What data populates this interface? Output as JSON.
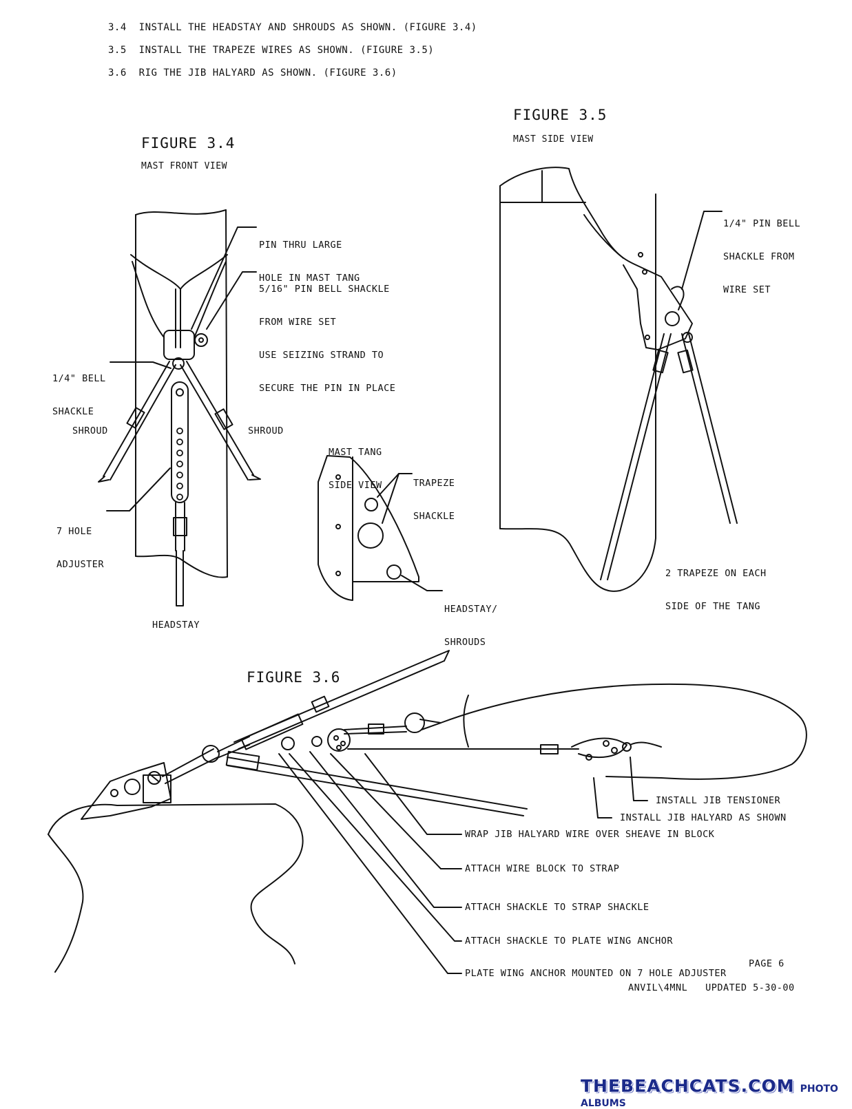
{
  "steps": [
    "3.4  INSTALL THE HEADSTAY AND SHROUDS AS SHOWN. (FIGURE 3.4)",
    "3.5  INSTALL THE TRAPEZE WIRES AS SHOWN. (FIGURE 3.5)",
    "3.6  RIG THE JIB HALYARD AS SHOWN. (FIGURE 3.6)"
  ],
  "fig34": {
    "title": "FIGURE 3.4",
    "subtitle": "MAST FRONT VIEW",
    "labels": {
      "pin_thru": [
        "PIN THRU LARGE",
        "HOLE IN MAST TANG"
      ],
      "pin_bell": [
        "5/16\" PIN BELL SHACKLE",
        "FROM WIRE SET",
        "USE SEIZING STRAND TO",
        "SECURE THE PIN IN PLACE"
      ],
      "bell": [
        "1/4\" BELL",
        "SHACKLE"
      ],
      "shroud_left": "SHROUD",
      "shroud_right": "SHROUD",
      "adjuster": [
        "7 HOLE",
        "ADJUSTER"
      ],
      "headstay": "HEADSTAY"
    },
    "tang": {
      "title": [
        "MAST TANG",
        "SIDE VIEW"
      ],
      "trapeze": [
        "TRAPEZE",
        "SHACKLE"
      ],
      "headstay": [
        "HEADSTAY/",
        "SHROUDS"
      ]
    }
  },
  "fig35": {
    "title": "FIGURE 3.5",
    "subtitle": "MAST SIDE VIEW",
    "labels": {
      "pin_bell": [
        "1/4\" PIN BELL",
        "SHACKLE FROM",
        "WIRE SET"
      ],
      "trapeze": [
        "2 TRAPEZE ON EACH",
        "SIDE OF THE TANG"
      ]
    }
  },
  "fig36": {
    "title": "FIGURE 3.6",
    "labels": {
      "tensioner": "INSTALL JIB TENSIONER",
      "halyard": "INSTALL JIB HALYARD AS SHOWN",
      "wrap": "WRAP JIB HALYARD WIRE OVER SHEAVE IN BLOCK",
      "wire_block": "ATTACH WIRE BLOCK TO STRAP",
      "strap_shackle": "ATTACH SHACKLE TO STRAP SHACKLE",
      "plate_anchor": "ATTACH SHACKLE TO PLATE WING ANCHOR",
      "mounted": "PLATE WING ANCHOR MOUNTED ON 7 HOLE ADJUSTER"
    }
  },
  "footer": {
    "page": "PAGE 6",
    "doc": "ANVIL\\4MNL   UPDATED 5-30-00"
  },
  "watermark": {
    "site": "THEBEACHCATS.COM",
    "tag": "PHOTO ALBUMS"
  }
}
